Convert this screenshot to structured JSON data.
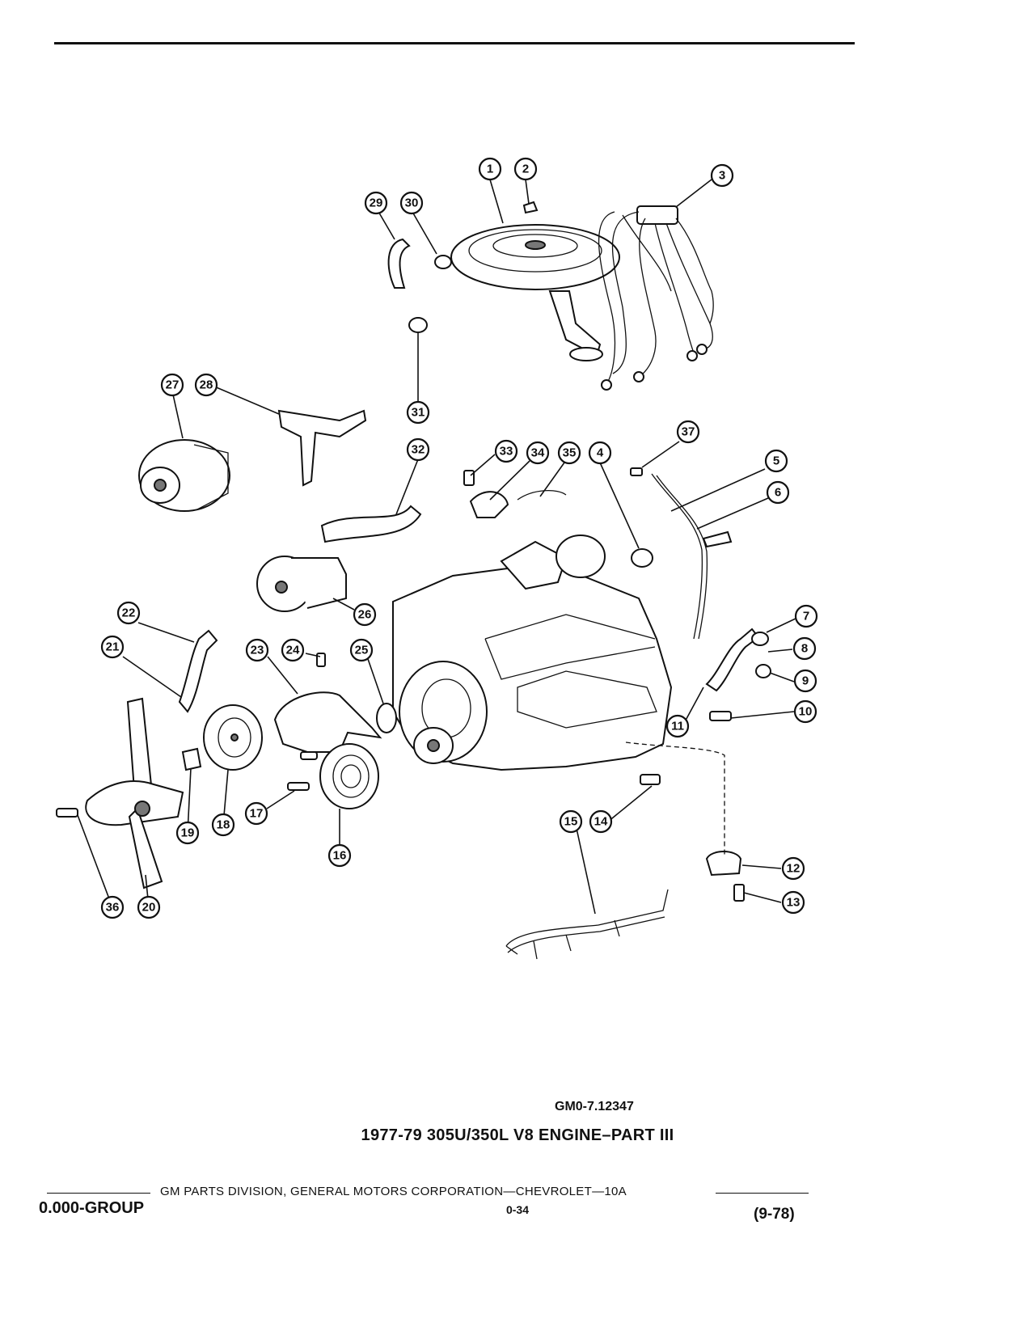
{
  "figure": {
    "id": "GM0-7.12347",
    "title": "1977-79 305U/350L V8 ENGINE–PART III"
  },
  "footer": {
    "publisher": "GM PARTS DIVISION, GENERAL MOTORS CORPORATION—CHEVROLET—10A",
    "section": "0.000-GROUP",
    "page": "0-34",
    "revision": "(9-78)"
  },
  "callouts": [
    "1",
    "2",
    "3",
    "4",
    "5",
    "6",
    "7",
    "8",
    "9",
    "10",
    "11",
    "12",
    "13",
    "14",
    "15",
    "16",
    "17",
    "18",
    "19",
    "20",
    "21",
    "22",
    "23",
    "24",
    "25",
    "26",
    "27",
    "28",
    "29",
    "30",
    "31",
    "32",
    "33",
    "34",
    "35",
    "36",
    "37"
  ]
}
